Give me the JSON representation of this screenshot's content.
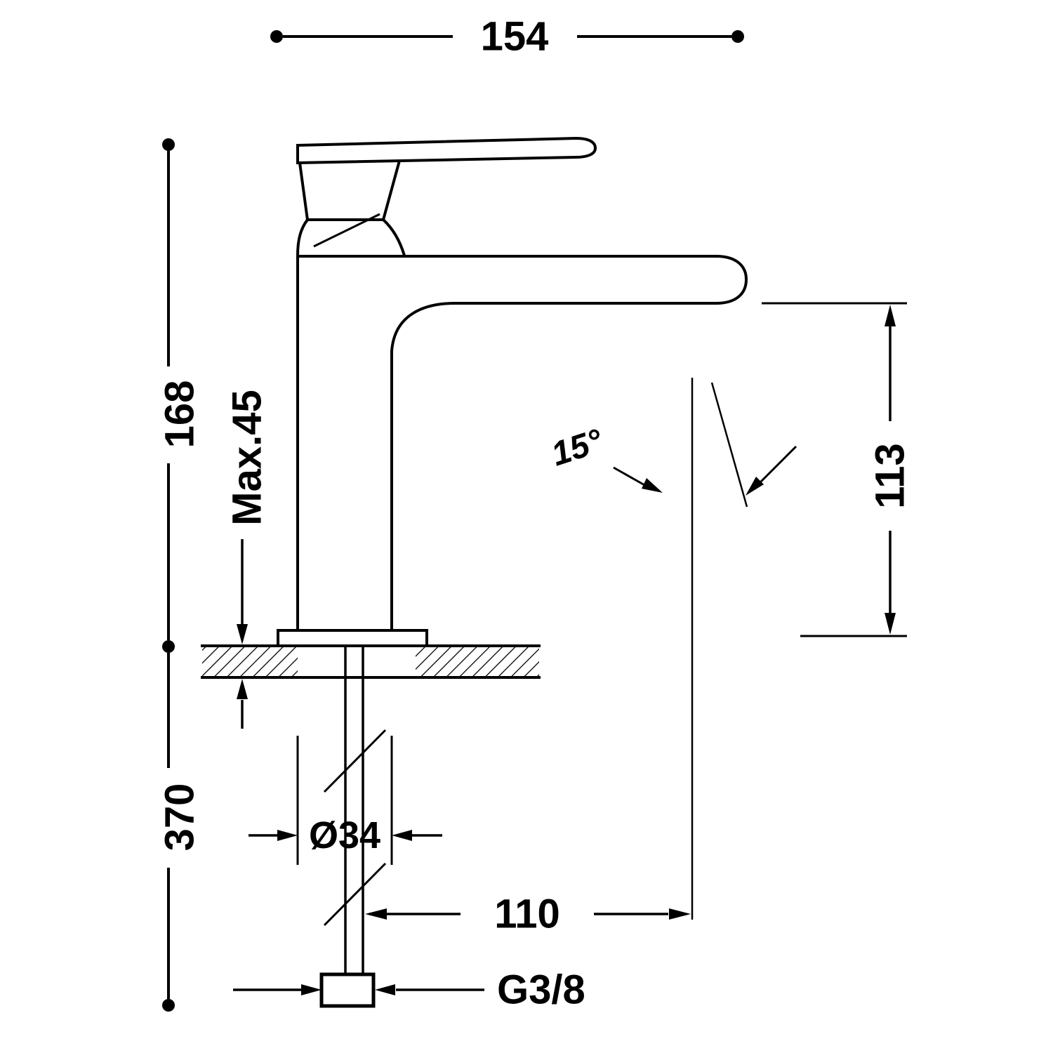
{
  "drawing": {
    "colors": {
      "line": "#000000",
      "background": "#ffffff"
    },
    "labels": {
      "overall_width": "154",
      "overall_height": "168",
      "max_deck_thickness": "Max.45",
      "supply_length": "370",
      "body_diameter": "Ø34",
      "spout_height": "113",
      "spout_angle": "15°",
      "spout_reach": "110",
      "thread_size": "G3/8"
    }
  }
}
